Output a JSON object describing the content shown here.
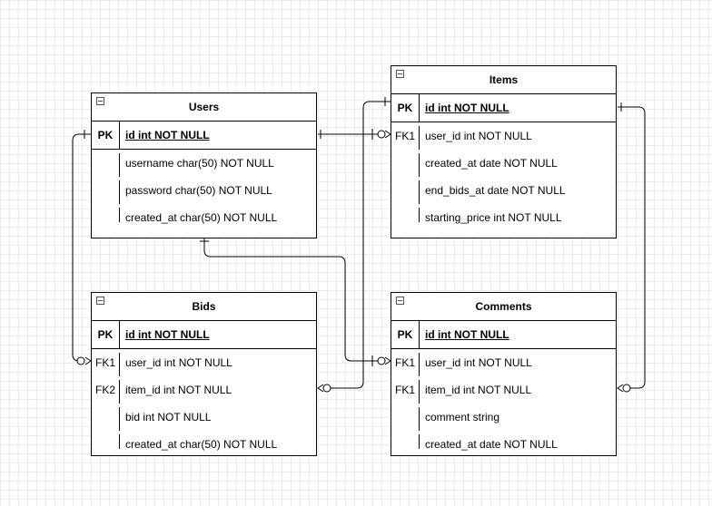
{
  "entities": {
    "users": {
      "name": "Users",
      "pk": {
        "key": "PK",
        "field": "id int NOT NULL"
      },
      "rows": [
        {
          "key": "",
          "field": "username char(50) NOT NULL"
        },
        {
          "key": "",
          "field": "password char(50) NOT NULL"
        },
        {
          "key": "",
          "field": "created_at char(50) NOT NULL"
        }
      ]
    },
    "items": {
      "name": "Items",
      "pk": {
        "key": "PK",
        "field": "id int NOT NULL"
      },
      "rows": [
        {
          "key": "FK1",
          "field": "user_id int NOT NULL"
        },
        {
          "key": "",
          "field": "created_at date NOT NULL"
        },
        {
          "key": "",
          "field": "end_bids_at date NOT NULL"
        },
        {
          "key": "",
          "field": "starting_price int NOT NULL"
        }
      ]
    },
    "bids": {
      "name": "Bids",
      "pk": {
        "key": "PK",
        "field": "id int NOT NULL"
      },
      "rows": [
        {
          "key": "FK1",
          "field": "user_id int NOT NULL"
        },
        {
          "key": "FK2",
          "field": "item_id int NOT NULL"
        },
        {
          "key": "",
          "field": "bid int NOT NULL"
        },
        {
          "key": "",
          "field": "created_at char(50) NOT NULL"
        }
      ]
    },
    "comments": {
      "name": "Comments",
      "pk": {
        "key": "PK",
        "field": "id int NOT NULL"
      },
      "rows": [
        {
          "key": "FK1",
          "field": "user_id int NOT NULL"
        },
        {
          "key": "FK1",
          "field": "item_id int NOT NULL"
        },
        {
          "key": "",
          "field": "comment string"
        },
        {
          "key": "",
          "field": "created_at date NOT NULL"
        }
      ]
    }
  },
  "relationships": [
    {
      "from": "Users.id",
      "to": "Items.user_id",
      "from_end": "one",
      "to_end": "zero-or-many"
    },
    {
      "from": "Users.id",
      "to": "Bids.user_id",
      "from_end": "one",
      "to_end": "zero-or-many"
    },
    {
      "from": "Users.id",
      "to": "Comments.user_id",
      "from_end": "one",
      "to_end": "zero-or-many"
    },
    {
      "from": "Items.id",
      "to": "Bids.item_id",
      "from_end": "one",
      "to_end": "zero-or-many"
    },
    {
      "from": "Items.id",
      "to": "Comments.item_id",
      "from_end": "one",
      "to_end": "zero-or-many"
    }
  ],
  "colors": {
    "line": "#000000",
    "grid": "#ececec",
    "background": "#ffffff"
  }
}
